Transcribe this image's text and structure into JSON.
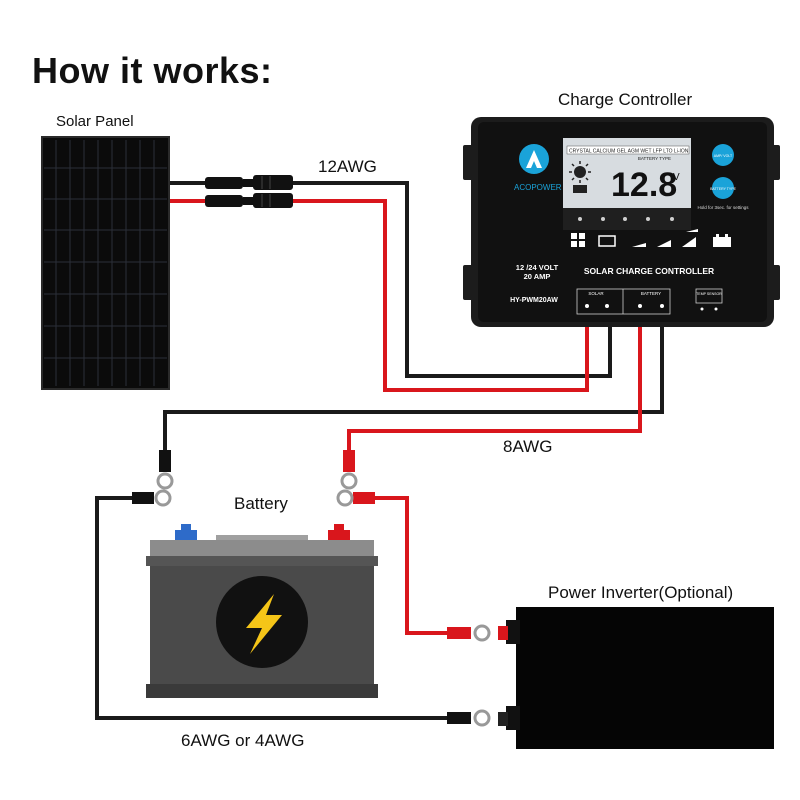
{
  "title": "How it works:",
  "labels": {
    "solar_panel": "Solar Panel",
    "charge_controller": "Charge Controller",
    "wire_12awg": "12AWG",
    "wire_8awg": "8AWG",
    "battery": "Battery",
    "power_inverter": "Power Inverter(Optional)",
    "wire_6awg": "6AWG or 4AWG"
  },
  "controller": {
    "brand": "ACOPOWER",
    "display_value": "12.8",
    "display_unit": "V",
    "battery_types": [
      "CRYSTAL",
      "CALCIUM",
      "GEL",
      "AGM",
      "WET",
      "LFP",
      "LTO",
      "Li-ION"
    ],
    "battery_type_caption": "BATTERY TYPE",
    "voltage_rating": "12 /24 VOLT",
    "amp_rating": "20 AMP",
    "product_name": "SOLAR CHARGE CONTROLLER",
    "model": "HY-PWM20AW",
    "button_amp_volt": "AMP/ VOLT",
    "button_battery_type": "BATTERY TYPE",
    "hold_note": "Hold for 3sec. for settings",
    "terminal_solar": "SOLAR",
    "terminal_battery": "BATTERY",
    "temp_sensor": "TEMP SENSOR"
  },
  "colors": {
    "positive_wire": "#d9161c",
    "negative_wire": "#1a1a1a",
    "accent_blue": "#1aa3d9",
    "battery_body": "#4a4a4a",
    "battery_lid": "#8c8c8c",
    "bolt": "#f5c518"
  },
  "icons": [
    "solar-panel-icon",
    "lightning-bolt-icon",
    "mc4-connector-icon",
    "ring-terminal-icon"
  ]
}
